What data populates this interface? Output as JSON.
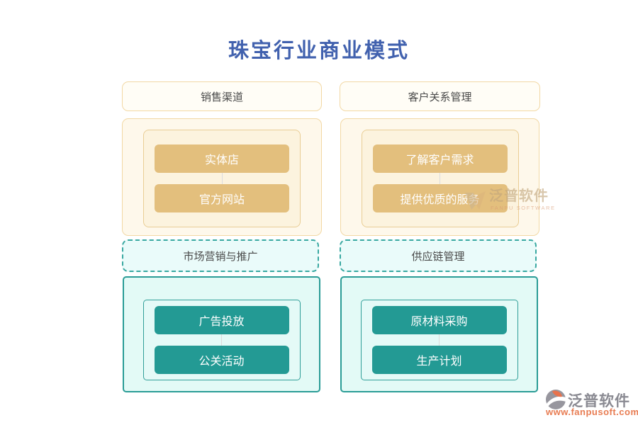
{
  "title": "珠宝行业商业模式",
  "sections": [
    {
      "id": "sales-channels",
      "header": "销售渠道",
      "items": [
        "实体店",
        "官方网站"
      ]
    },
    {
      "id": "crm",
      "header": "客户关系管理",
      "items": [
        "了解客户需求",
        "提供优质的服务"
      ]
    },
    {
      "id": "marketing",
      "header": "市场营销与推广",
      "items": [
        "广告投放",
        "公关活动"
      ]
    },
    {
      "id": "supply-chain",
      "header": "供应链管理",
      "items": [
        "原材料采购",
        "生产计划"
      ]
    }
  ],
  "watermark_center": {
    "name": "泛普软件",
    "subtitle": "FANPU SOFTWARE"
  },
  "watermark_footer": {
    "name": "泛普软件",
    "url": "www.fanpusoft.com"
  },
  "colors": {
    "title_blue": "#4161ae",
    "orange_node": "#e3bf7d",
    "orange_border": "#f2d8a4",
    "teal_node": "#239a94",
    "teal_border": "#2a9c96",
    "footer_url_orange": "#e87c52"
  }
}
